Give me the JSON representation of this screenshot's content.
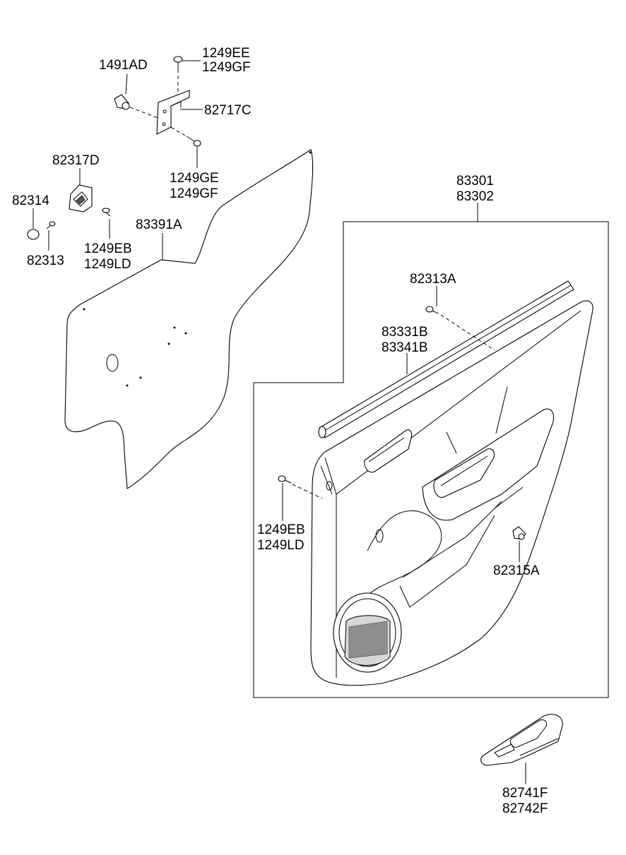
{
  "labels": {
    "l1491AD": "1491AD",
    "l1249EE": "1249EE",
    "l1249GF_top": "1249GF",
    "l82717C": "82717C",
    "l1249GE": "1249GE",
    "l1249GF_mid": "1249GF",
    "l82317D": "82317D",
    "l82314": "82314",
    "l82313": "82313",
    "l1249EB_left": "1249EB",
    "l1249LD_left": "1249LD",
    "l83391A": "83391A",
    "l83301": "83301",
    "l83302": "83302",
    "l82313A": "82313A",
    "l83331B": "83331B",
    "l83341B": "83341B",
    "l1249EB_right": "1249EB",
    "l1249LD_right": "1249LD",
    "l82315A": "82315A",
    "l82741F": "82741F",
    "l82742F": "82742F"
  }
}
